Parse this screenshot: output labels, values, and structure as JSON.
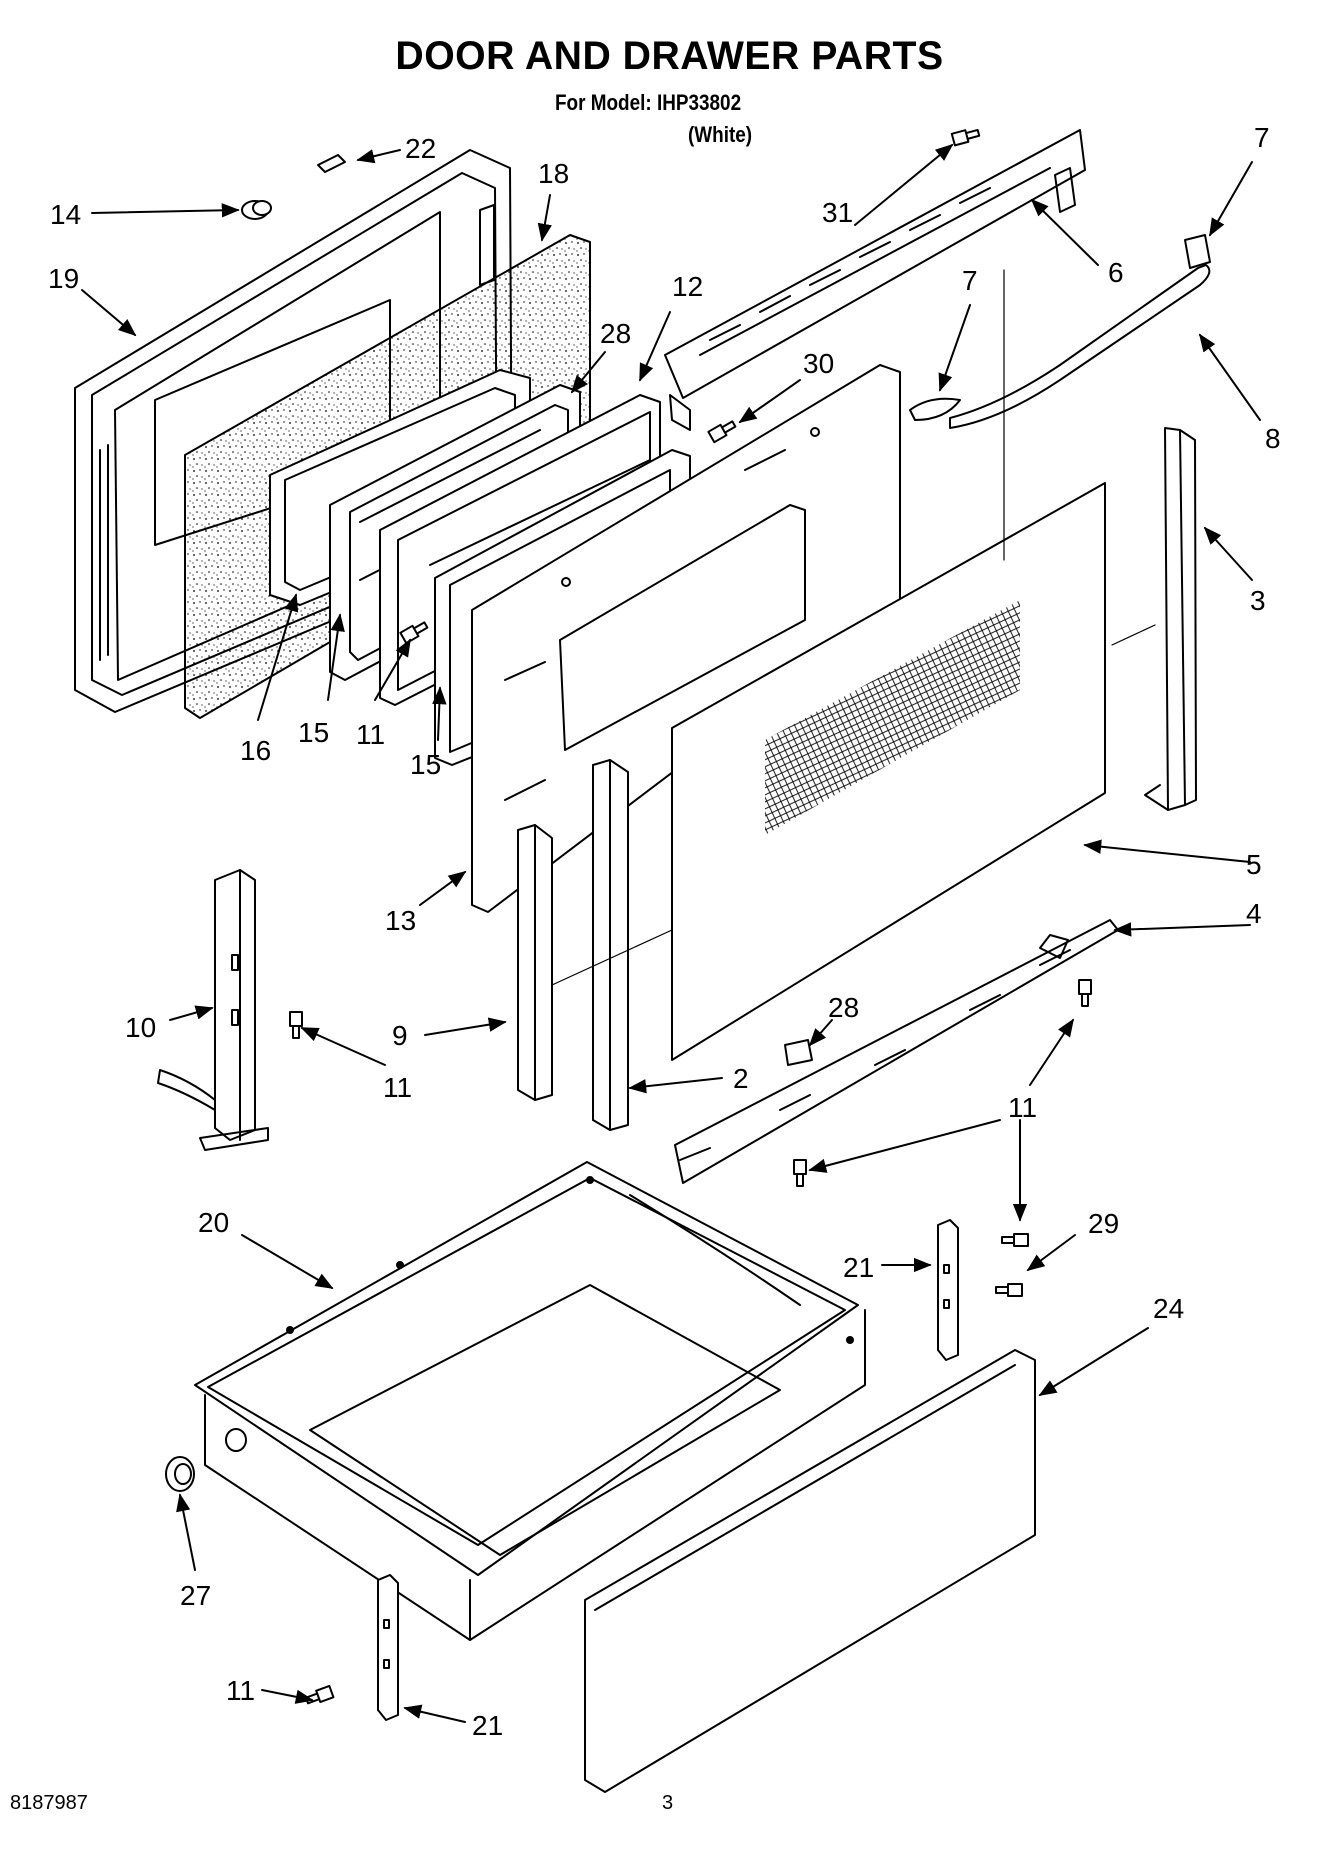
{
  "header": {
    "title": "DOOR AND DRAWER PARTS",
    "model_line": "For Model: IHP33802",
    "color_line": "(White)"
  },
  "callouts": [
    "22",
    "18",
    "14",
    "19",
    "12",
    "28",
    "30",
    "31",
    "6",
    "7",
    "7",
    "8",
    "3",
    "16",
    "15",
    "11",
    "15",
    "13",
    "5",
    "4",
    "10",
    "11",
    "9",
    "28",
    "2",
    "11",
    "20",
    "21",
    "29",
    "24",
    "27",
    "11",
    "21"
  ],
  "footer": {
    "doc_number": "8187987",
    "page_number": "3"
  }
}
